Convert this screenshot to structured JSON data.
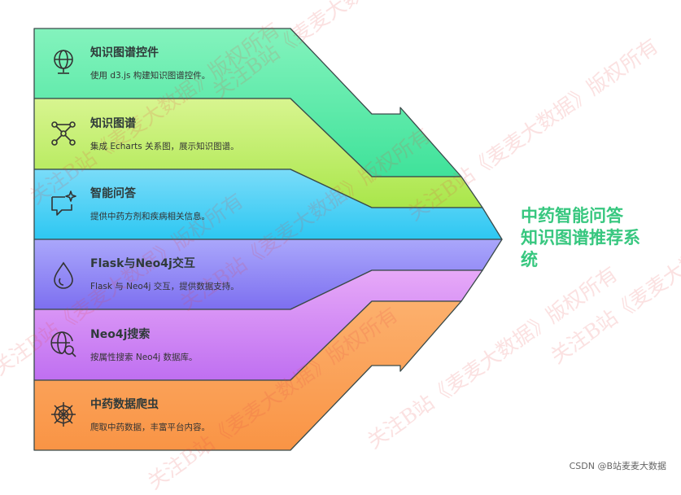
{
  "layers": [
    {
      "title": "知识图谱控件",
      "desc": "使用 d3.js 构建知识图谱控件。",
      "icon": "globe-icon",
      "color": "#7ff0b0"
    },
    {
      "title": "知识图谱",
      "desc": "集成 Echarts 关系图，展示知识图谱。",
      "icon": "network-graph-icon",
      "color": "#c9f07a"
    },
    {
      "title": "智能问答",
      "desc": "提供中药方剂和疾病相关信息。",
      "icon": "chat-sparkle-icon",
      "color": "#62d3f7"
    },
    {
      "title": "Flask与Neo4j交互",
      "desc": "Flask 与 Neo4j 交互，提供数据支持。",
      "icon": "flask-drop-icon",
      "color": "#a89cf7"
    },
    {
      "title": "Neo4j搜索",
      "desc": "按属性搜索 Neo4j 数据库。",
      "icon": "web-search-icon",
      "color": "#d89af5"
    },
    {
      "title": "中药数据爬虫",
      "desc": "爬取中药数据，丰富平台内容。",
      "icon": "spider-web-icon",
      "color": "#f9a45e"
    }
  ],
  "target": {
    "line1": "中药智能问答",
    "line2": "知识图谱推荐系",
    "line3": "统",
    "color": "#37c77f"
  },
  "footer": "CSDN @B站麦麦大数据",
  "watermark": "关注B站《麦麦大数据》版权所有"
}
